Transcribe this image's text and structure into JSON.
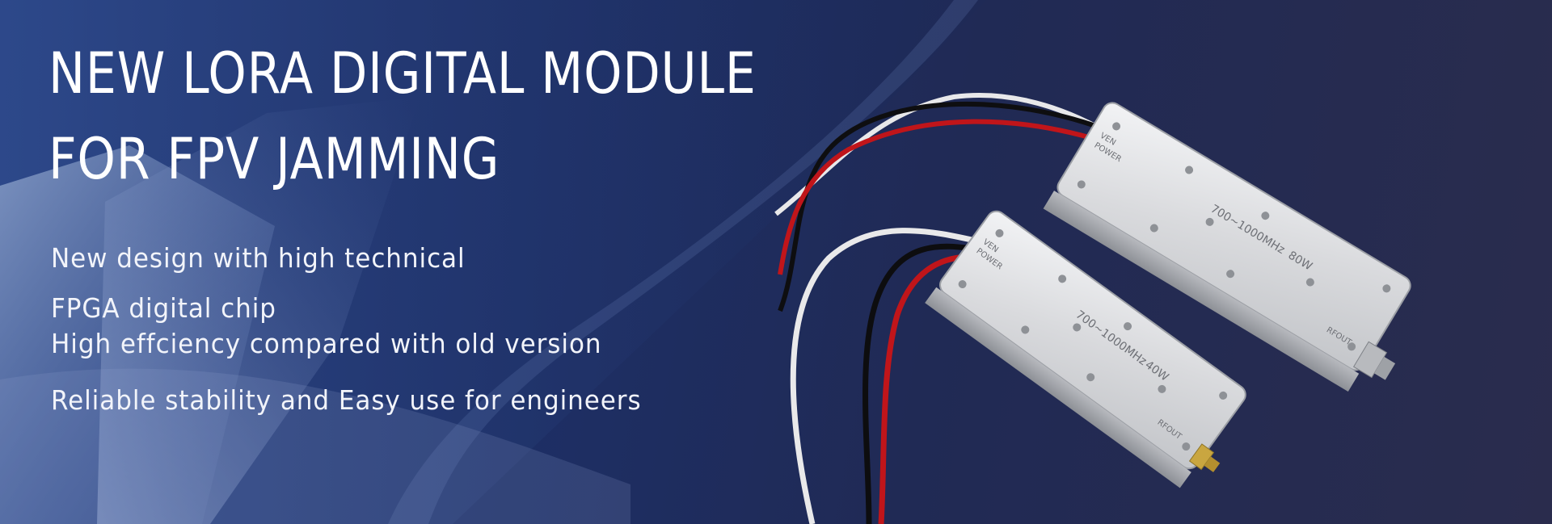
{
  "banner": {
    "title_line1": "NEW LORA DIGITAL MODULE",
    "title_line2": "FOR FPV JAMMING",
    "features": [
      "New design with high technical",
      "FPGA digital chip",
      "High effciency compared with old version",
      "Reliable stability and Easy use for engineers"
    ]
  },
  "modules": {
    "large": {
      "label_freq": "700~1000MHz",
      "label_power": "80W",
      "label_ven": "VEN",
      "label_pwr": "POWER",
      "label_rfout": "RFOUT"
    },
    "small": {
      "label_freq": "700~1000MHz",
      "label_power": "40W",
      "label_ven": "VEN",
      "label_pwr": "POWER",
      "label_rfout": "RFOUT"
    }
  },
  "colors": {
    "bg_dark": "#1c2a55",
    "accent_light": "#9fb2d6",
    "module_silver": "#dcdde0",
    "text": "#ffffff"
  }
}
